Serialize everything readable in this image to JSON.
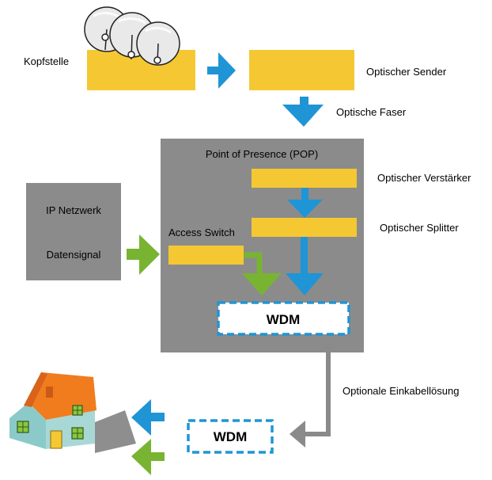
{
  "labels": {
    "kopfstelle": "Kopfstelle",
    "optischer_sender": "Optischer Sender",
    "optische_faser": "Optische Faser",
    "pop": "Point of Presence (POP)",
    "optischer_verstaerker": "Optischer Verstärker",
    "optischer_splitter": "Optischer Splitter",
    "ip_netzwerk": "IP Netzwerk",
    "datensignal": "Datensignal",
    "access_switch": "Access Switch",
    "wdm_pop": "WDM",
    "optionale_einkabelloesung": "Optionale Einkabellösung",
    "wdm_home": "WDM"
  },
  "colors": {
    "yellow": "#f5c833",
    "blue": "#1f95d6",
    "green": "#78b432",
    "gray_box": "#8b8b8b",
    "line_gray": "#8a8a8a",
    "house_wall": "#a8d8d6",
    "house_roof": "#f07c1e",
    "house_window": "#8cc63e"
  },
  "icons": [
    "satellite-dish-icon",
    "house-icon"
  ]
}
